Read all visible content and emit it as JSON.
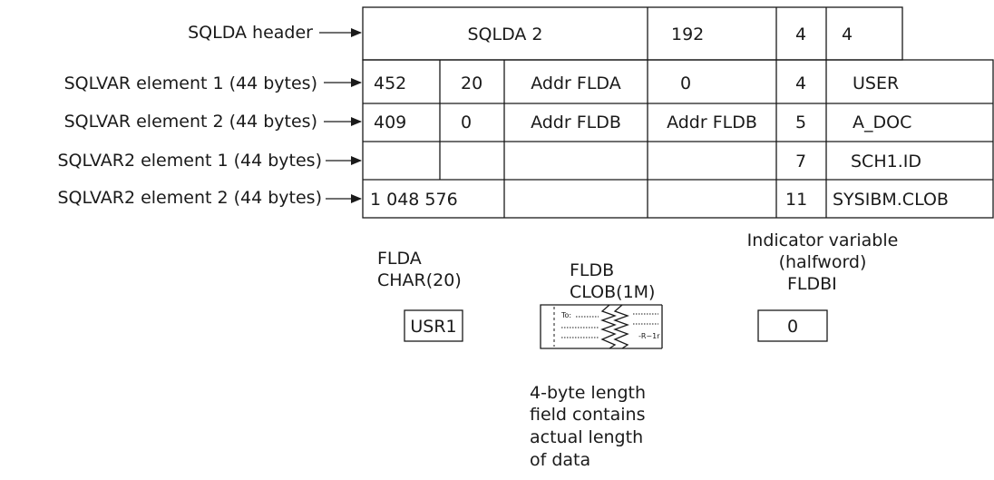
{
  "rows": [
    {
      "label": "SQLDA header"
    },
    {
      "label": "SQLVAR element 1 (44 bytes)"
    },
    {
      "label": "SQLVAR element 2 (44 bytes)"
    },
    {
      "label": "SQLVAR2 element 1 (44 bytes)"
    },
    {
      "label": "SQLVAR2 element 2 (44 bytes)"
    }
  ],
  "header_cells": {
    "sqldaid": "SQLDA 2",
    "sqldabc": "192",
    "sqln": "4",
    "sqld": "4"
  },
  "sqlvar1": {
    "type": "452",
    "len": "20",
    "data": "Addr FLDA",
    "ind": "0",
    "namelen": "4",
    "name": "USER"
  },
  "sqlvar2": {
    "type": "409",
    "len": "0",
    "data": "Addr FLDB",
    "ind": "Addr FLDB",
    "namelen": "5",
    "name": "A_DOC"
  },
  "sqlvar2_1": {
    "namelen": "7",
    "name": "SCH1.ID"
  },
  "sqlvar2_2": {
    "len": "1 048 576",
    "namelen": "11",
    "name": "SYSIBM.CLOB"
  },
  "flda": {
    "line1": "FLDA",
    "line2": "CHAR(20)",
    "value": "USR1"
  },
  "fldb": {
    "line1": "FLDB",
    "line2": "CLOB(1M)",
    "letter_to": "To:",
    "signature": "-R~1r"
  },
  "fldbi": {
    "line1": "Indicator variable",
    "line2": "(halfword)",
    "line3": "FLDBI",
    "value": "0"
  },
  "note": {
    "line1": "4-byte length",
    "line2": "field contains",
    "line3": "actual length",
    "line4": "of data"
  }
}
